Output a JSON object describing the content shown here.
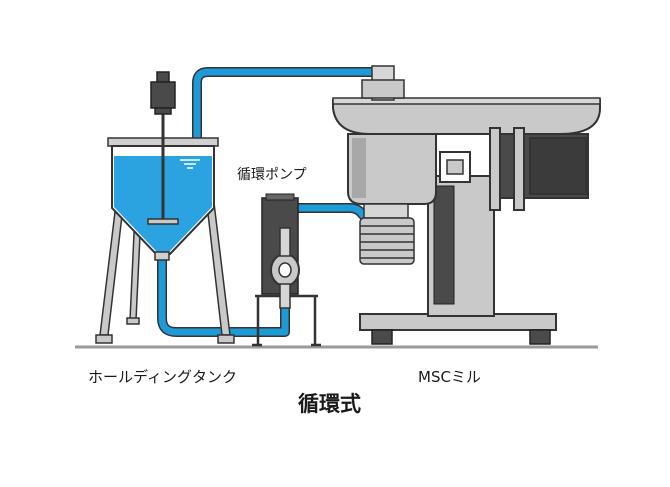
{
  "labels": {
    "pump": "循環ポンプ",
    "tank": "ホールディングタンク",
    "mill": "MSCミル",
    "title": "循環式"
  },
  "colors": {
    "pipe": "#1e9bd7",
    "liquid": "#2ba3e0",
    "machine_light": "#c9c9c9",
    "machine_mid": "#a8a8a8",
    "machine_dark": "#4a4a4a",
    "outline": "#333333",
    "floor": "#999999"
  },
  "icons": {
    "agitator_motor": "motor-icon",
    "pump": "diaphragm-pump-icon",
    "mill": "bead-mill-icon"
  }
}
